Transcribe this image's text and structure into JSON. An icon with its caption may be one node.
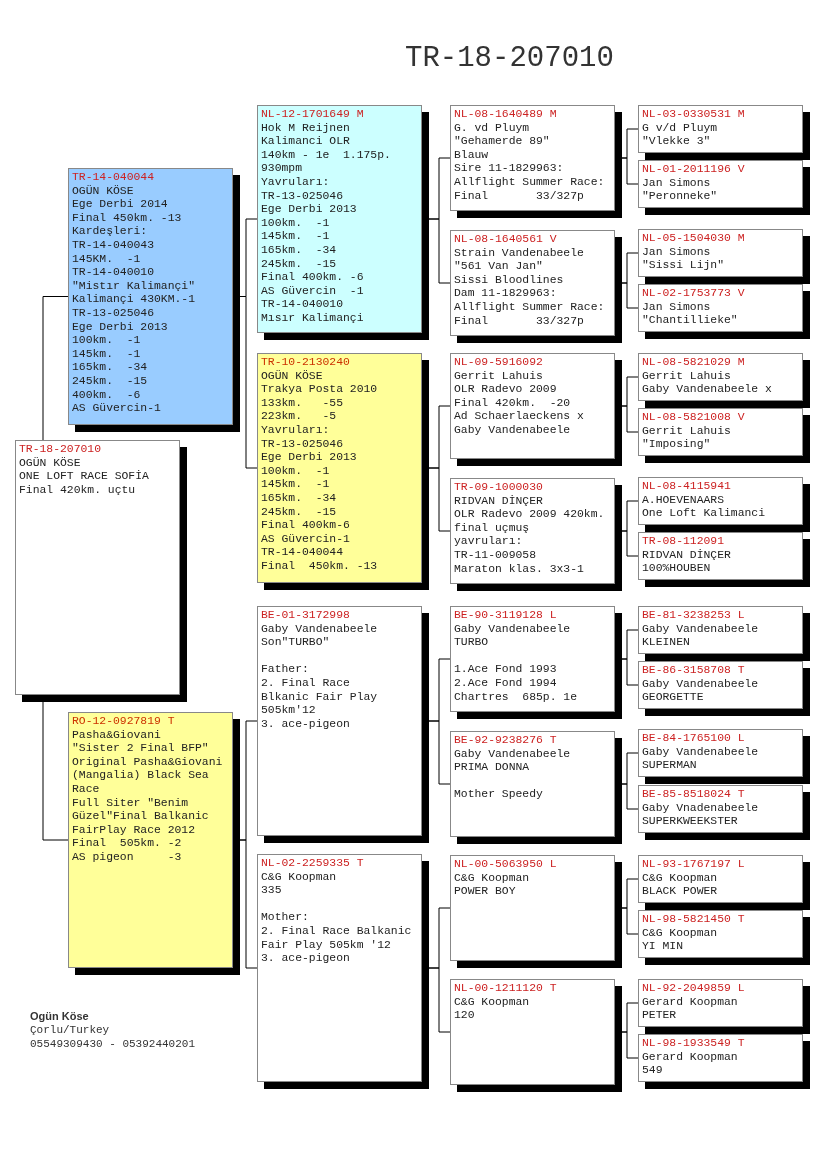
{
  "diagram": {
    "title": "TR-18-207010",
    "nodes": [
      {
        "text": [
          "TR-18-207010",
          "OGÜN KÖSE",
          "ONE LOFT RACE SOFİA",
          "Final 420km. uçtu"
        ]
      },
      {
        "text": [
          "TR-14-040044",
          "OGÜN KÖSE",
          "Ege Derbi 2014",
          "Final 450km. -13",
          "Kardeşleri:",
          "TR-14-040043",
          "145KM.  -1",
          "TR-14-040010",
          "\"Mistır Kalimançi\"",
          "Kalimançi 430KM.-1",
          "TR-13-025046",
          "Ege Derbi 2013",
          "100km.  -1",
          "145km.  -1",
          "165km.  -34",
          "245km.  -15",
          "400km.  -6",
          "AS Güvercin-1"
        ]
      },
      {
        "text": [
          "RO-12-0927819 T",
          "Pasha&Giovani",
          "\"Sister 2 Final BFP\"",
          "Original Pasha&Giovani",
          "(Mangalia) Black Sea",
          "Race",
          "Full Siter \"Benim",
          "Güzel\"Final Balkanic",
          "FairPlay Race 2012",
          "Final  505km. -2",
          "AS pigeon     -3"
        ]
      },
      {
        "text": [
          "NL-12-1701649 M",
          "Hok M Reijnen",
          "Kalimanci OLR",
          "140km - 1e  1.175p.",
          "930mpm",
          "Yavruları:",
          "TR-13-025046",
          "Ege Derbi 2013",
          "100km.  -1",
          "145km.  -1",
          "165km.  -34",
          "245km.  -15",
          "Final 400km. -6",
          "AS Güvercin  -1",
          "TR-14-040010",
          "Mısır Kalimançi"
        ]
      },
      {
        "text": [
          "TR-10-2130240",
          "OGÜN KÖSE",
          "Trakya Posta 2010",
          "133km.   -55",
          "223km.   -5",
          "Yavruları:",
          "TR-13-025046",
          "Ege Derbi 2013",
          "100km.  -1",
          "145km.  -1",
          "165km.  -34",
          "245km.  -15",
          "Final 400km-6",
          "AS Güvercin-1",
          "TR-14-040044",
          "Final  450km. -13"
        ]
      },
      {
        "text": [
          "BE-01-3172998",
          "Gaby Vandenabeele",
          "Son\"TURBO\"",
          "Father:",
          "2. Final Race",
          "Blkanic Fair Play",
          "505km'12",
          "3. ace-pigeon"
        ]
      },
      {
        "text": [
          "NL-02-2259335 T",
          "C&G Koopman",
          "335",
          "Mother:",
          "2. Final Race Balkanic",
          "Fair Play 505km '12",
          "3. ace-pigeon"
        ]
      },
      {
        "text": [
          "NL-08-1640489 M",
          "G. vd Pluym",
          "\"Gehamerde 89\"",
          "Blauw",
          "Sire 11-1829963:",
          "Allflight Summer Race:",
          "Final       33/327p"
        ]
      },
      {
        "text": [
          "NL-08-1640561 V",
          "Strain Vandenabeele",
          "\"561 Van Jan\"",
          "Sissi Bloodlines",
          "Dam 11-1829963:",
          "Allflight Summer Race:",
          "Final       33/327p"
        ]
      },
      {
        "text": [
          "NL-09-5916092",
          "Gerrit Lahuis",
          "OLR Radevo 2009",
          "Final 420km.  -20",
          "Ad Schaerlaeckens x",
          "Gaby Vandenabeele"
        ]
      },
      {
        "text": [
          "TR-09-1000030",
          "RIDVAN DİNÇER",
          "OLR Radevo 2009 420km.",
          "final uçmuş",
          "yavruları:",
          "TR-11-009058",
          "Maraton klas. 3x3-1"
        ]
      },
      {
        "text": [
          "BE-90-3119128 L",
          "Gaby Vandenabeele",
          "TURBO",
          "1.Ace Fond 1993",
          "2.Ace Fond 1994",
          "Chartres  685p. 1e"
        ]
      },
      {
        "text": [
          "BE-92-9238276 T",
          "Gaby Vandenabeele",
          "PRIMA DONNA",
          "Mother Speedy"
        ]
      },
      {
        "text": [
          "NL-00-5063950 L",
          "C&G Koopman",
          "POWER BOY"
        ]
      },
      {
        "text": [
          "NL-00-1211120 T",
          "C&G Koopman",
          "120"
        ]
      },
      {
        "text": [
          "NL-03-0330531 M",
          "G v/d Pluym",
          "\"Vlekke 3\""
        ]
      },
      {
        "text": [
          "NL-01-2011196 V",
          "Jan Simons",
          "\"Peronneke\""
        ]
      },
      {
        "text": [
          "NL-05-1504030 M",
          "Jan Simons",
          "\"Sissi Lijn\""
        ]
      },
      {
        "text": [
          "NL-02-1753773 V",
          "Jan Simons",
          "\"Chantillieke\""
        ]
      },
      {
        "text": [
          "NL-08-5821029 M",
          "Gerrit Lahuis",
          "Gaby Vandenabeele x"
        ]
      },
      {
        "text": [
          "NL-08-5821008 V",
          "Gerrit Lahuis",
          "\"Imposing\""
        ]
      },
      {
        "text": [
          "NL-08-4115941",
          "A.HOEVENAARS",
          "One Loft Kalimanci"
        ]
      },
      {
        "text": [
          "TR-08-112091",
          "RIDVAN DİNÇER",
          "100%HOUBEN"
        ]
      },
      {
        "text": [
          "BE-81-3238253 L",
          "Gaby Vandenabeele",
          "KLEINEN"
        ]
      },
      {
        "text": [
          "BE-86-3158708 T",
          "Gaby Vandenabeele",
          "GEORGETTE"
        ]
      },
      {
        "text": [
          "BE-84-1765100 L",
          "Gaby Vandenabeele",
          "SUPERMAN"
        ]
      },
      {
        "text": [
          "BE-85-8518024 T",
          "Gaby Vnadenabeele",
          "SUPERKWEEKSTER"
        ]
      },
      {
        "text": [
          "NL-93-1767197 L",
          "C&G Koopman",
          "BLACK POWER"
        ]
      },
      {
        "text": [
          "NL-98-5821450 T",
          "C&G Koopman",
          "YI MIN"
        ]
      },
      {
        "text": [
          "NL-92-2049859 L",
          "Gerard Koopman",
          "PETER"
        ]
      },
      {
        "text": [
          "NL-98-1933549 T",
          "Gerard Koopman",
          "549"
        ]
      }
    ],
    "edges": [
      {
        "from": 0,
        "to": 1,
        "arrow": "none"
      },
      {
        "from": 0,
        "to": 2,
        "arrow": "none"
      },
      {
        "from": 1,
        "to": 3,
        "arrow": "none"
      },
      {
        "from": 1,
        "to": 4,
        "arrow": "none"
      },
      {
        "from": 2,
        "to": 5,
        "arrow": "none"
      },
      {
        "from": 2,
        "to": 6,
        "arrow": "none"
      },
      {
        "from": 3,
        "to": 7,
        "arrow": "none"
      },
      {
        "from": 3,
        "to": 8,
        "arrow": "none"
      },
      {
        "from": 4,
        "to": 9,
        "arrow": "none"
      },
      {
        "from": 4,
        "to": 10,
        "arrow": "none"
      },
      {
        "from": 5,
        "to": 11,
        "arrow": "none"
      },
      {
        "from": 5,
        "to": 12,
        "arrow": "none"
      },
      {
        "from": 6,
        "to": 13,
        "arrow": "none"
      },
      {
        "from": 6,
        "to": 14,
        "arrow": "none"
      },
      {
        "from": 7,
        "to": 15,
        "arrow": "none"
      },
      {
        "from": 7,
        "to": 16,
        "arrow": "none"
      },
      {
        "from": 8,
        "to": 17,
        "arrow": "none"
      },
      {
        "from": 8,
        "to": 18,
        "arrow": "none"
      },
      {
        "from": 9,
        "to": 19,
        "arrow": "none"
      },
      {
        "from": 9,
        "to": 20,
        "arrow": "none"
      },
      {
        "from": 10,
        "to": 21,
        "arrow": "none"
      },
      {
        "from": 10,
        "to": 22,
        "arrow": "none"
      },
      {
        "from": 11,
        "to": 23,
        "arrow": "none"
      },
      {
        "from": 11,
        "to": 24,
        "arrow": "none"
      },
      {
        "from": 12,
        "to": 25,
        "arrow": "none"
      },
      {
        "from": 12,
        "to": 26,
        "arrow": "none"
      },
      {
        "from": 13,
        "to": 27,
        "arrow": "none"
      },
      {
        "from": 13,
        "to": 28,
        "arrow": "none"
      },
      {
        "from": 14,
        "to": 29,
        "arrow": "none"
      },
      {
        "from": 14,
        "to": 30,
        "arrow": "none"
      }
    ],
    "labels": [
      "Ogün Köse",
      "Çorlu/Turkey",
      "05549309430 - 05392440201"
    ]
  }
}
